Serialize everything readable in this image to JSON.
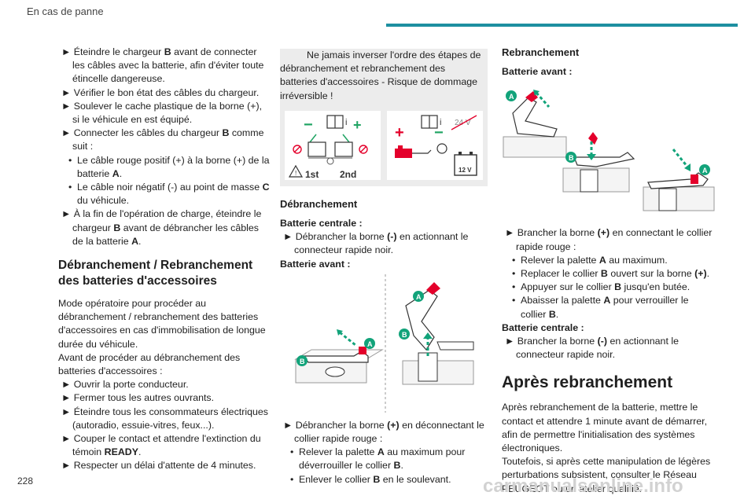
{
  "header": {
    "section_title": "En cas de panne"
  },
  "footer": {
    "page_number": "228",
    "watermark": "carmanualsonline.info"
  },
  "colors": {
    "accent": "#1d8fa0",
    "warning_red": "#e4002b",
    "marker_green": "#12a37a"
  },
  "col1": {
    "items": [
      {
        "prefix": "► Éteindre le chargeur ",
        "bold": "B",
        "suffix": " avant de connecter les câbles avec la batterie, afin d'éviter toute étincelle dangereuse."
      },
      {
        "text": "► Vérifier le bon état des câbles du chargeur."
      },
      {
        "text": "► Soulever le cache plastique de la borne (+), si le véhicule en est équipé."
      },
      {
        "prefix": "► Connecter les câbles du chargeur ",
        "bold": "B",
        "suffix": " comme suit :"
      }
    ],
    "subs": [
      {
        "prefix": "Le câble rouge positif (+) à la borne (+) de la batterie ",
        "bold": "A",
        "suffix": "."
      },
      {
        "prefix": "Le câble noir négatif (-) au point de masse ",
        "bold": "C",
        "suffix": " du véhicule."
      }
    ],
    "last_item": {
      "prefix": "► À la fin de l'opération de charge, éteindre le chargeur ",
      "bold": "B",
      "suffix": " avant de débrancher les câbles de la batterie ",
      "bold2": "A",
      "suffix2": "."
    },
    "heading": "Débranchement / Rebranchement des batteries d'accessoires",
    "intro": "Mode opératoire pour procéder au débranchement / rebranchement des batteries d'accessoires en cas d'immobilisation de longue durée du véhicule.",
    "before": "Avant de procéder au débranchement des batteries d'accessoires :",
    "steps": [
      "► Ouvrir la porte conducteur.",
      "► Fermer tous les autres ouvrants.",
      "► Éteindre tous les consommateurs électriques (autoradio, essuie-vitres, feux...)."
    ],
    "ready_step": {
      "prefix": "► Couper le contact et attendre l'extinction du témoin ",
      "bold": "READY",
      "suffix": "."
    },
    "final_step": "► Respecter un délai d'attente de 4 minutes."
  },
  "col2": {
    "warning": "Ne jamais inverser l'ordre des étapes de débranchement et rebranchement des batteries d'accessoires - Risque de dommage irréversible !",
    "warning_icon": "exclamation-icon",
    "fig1": {
      "label_first": "1st",
      "label_second": "2nd",
      "voltage_top": "24 V",
      "voltage_battery": "12 V"
    },
    "heading": "Débranchement",
    "central_label": "Batterie centrale :",
    "central_text": {
      "prefix": "► Débrancher la borne ",
      "bold": "(-)",
      "suffix": " en actionnant le connecteur rapide noir."
    },
    "front_label": "Batterie avant :",
    "fig2": {
      "marker_a": "A",
      "marker_b": "B"
    },
    "action": {
      "prefix": "► Débrancher la borne ",
      "bold": "(+)",
      "suffix": " en déconnectant le collier rapide rouge :"
    },
    "subs": [
      {
        "prefix": "Relever la palette ",
        "bold": "A",
        "suffix": " au maximum pour déverrouiller le collier ",
        "bold2": "B",
        "suffix2": "."
      },
      {
        "prefix": "Enlever le collier ",
        "bold": "B",
        "suffix": " en le soulevant."
      }
    ]
  },
  "col3": {
    "heading": "Rebranchement",
    "front_label": "Batterie avant :",
    "fig3": {
      "marker_a": "A",
      "marker_b": "B"
    },
    "action": {
      "prefix": "► Brancher la borne ",
      "bold": "(+)",
      "suffix": " en connectant le collier rapide rouge :"
    },
    "subs": [
      {
        "prefix": "Relever la palette ",
        "bold": "A",
        "suffix": " au maximum."
      },
      {
        "prefix": "Replacer le collier ",
        "bold": "B",
        "suffix": " ouvert sur la borne ",
        "bold2": "(+)",
        "suffix2": "."
      },
      {
        "prefix": "Appuyer sur le collier ",
        "bold": "B",
        "suffix": " jusqu'en butée."
      },
      {
        "prefix": "Abaisser la palette ",
        "bold": "A",
        "suffix": " pour verrouiller le collier ",
        "bold2": "B",
        "suffix2": "."
      }
    ],
    "central_label": "Batterie centrale :",
    "central_text": {
      "prefix": "► Brancher la borne ",
      "bold": "(-)",
      "suffix": " en actionnant le connecteur rapide noir."
    },
    "after_heading": "Après rebranchement",
    "after_p1": "Après rebranchement de la batterie, mettre le contact et attendre 1 minute avant de démarrer, afin de permettre l'initialisation des systèmes électroniques.",
    "after_p2": "Toutefois, si après cette manipulation de légères perturbations subsistent, consulter le Réseau PEUGEOT ou un atelier qualifié."
  }
}
